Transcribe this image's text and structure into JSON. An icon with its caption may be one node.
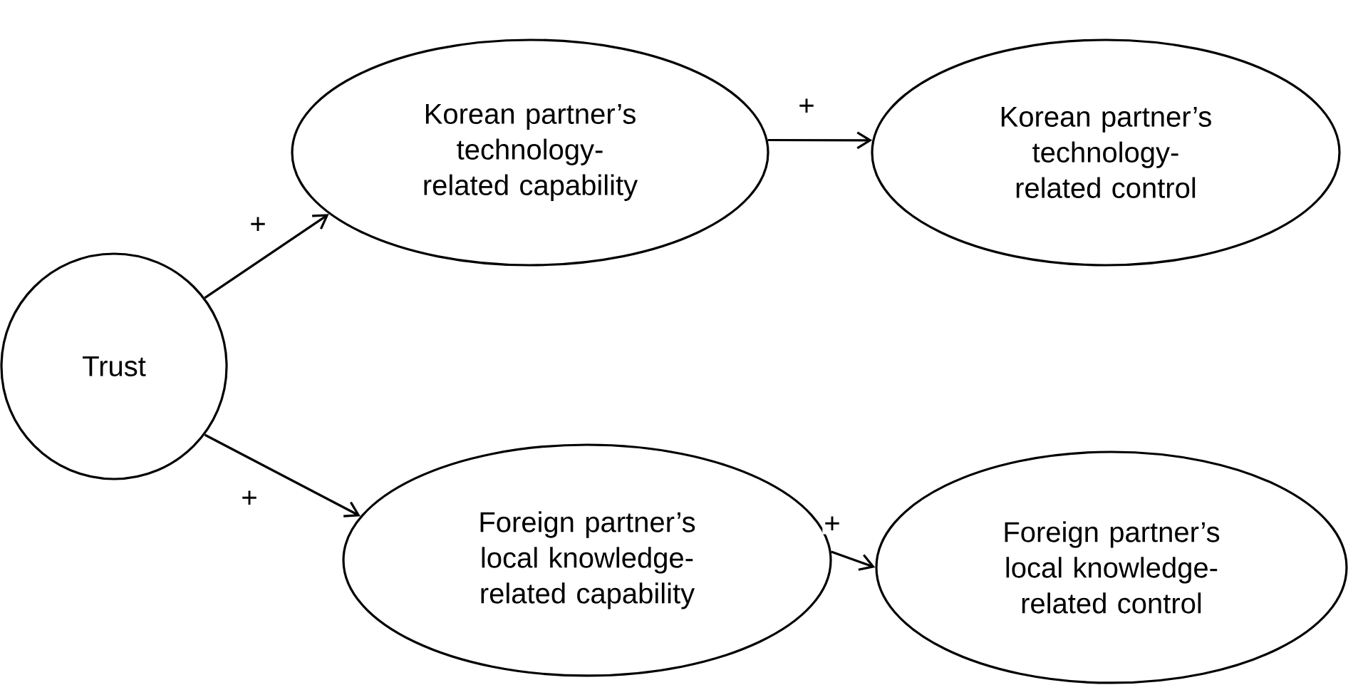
{
  "diagram": {
    "nodes": [
      {
        "text": [
          "Trust"
        ]
      },
      {
        "text": [
          "Korean partner’s technology-related capability"
        ]
      },
      {
        "text": [
          "Korean partner’s technology-related control"
        ]
      },
      {
        "text": [
          "Foreign partner’s local knowledge-related capability"
        ]
      },
      {
        "text": [
          "Foreign partner’s local knowledge-related control"
        ]
      }
    ],
    "edges": [
      {
        "from": 0,
        "to": 1,
        "arrow": "to",
        "label": "+"
      },
      {
        "from": 1,
        "to": 2,
        "arrow": "to",
        "label": "+"
      },
      {
        "from": 0,
        "to": 3,
        "arrow": "to",
        "label": "+"
      },
      {
        "from": 3,
        "to": 4,
        "arrow": "to",
        "label": "+"
      }
    ]
  }
}
